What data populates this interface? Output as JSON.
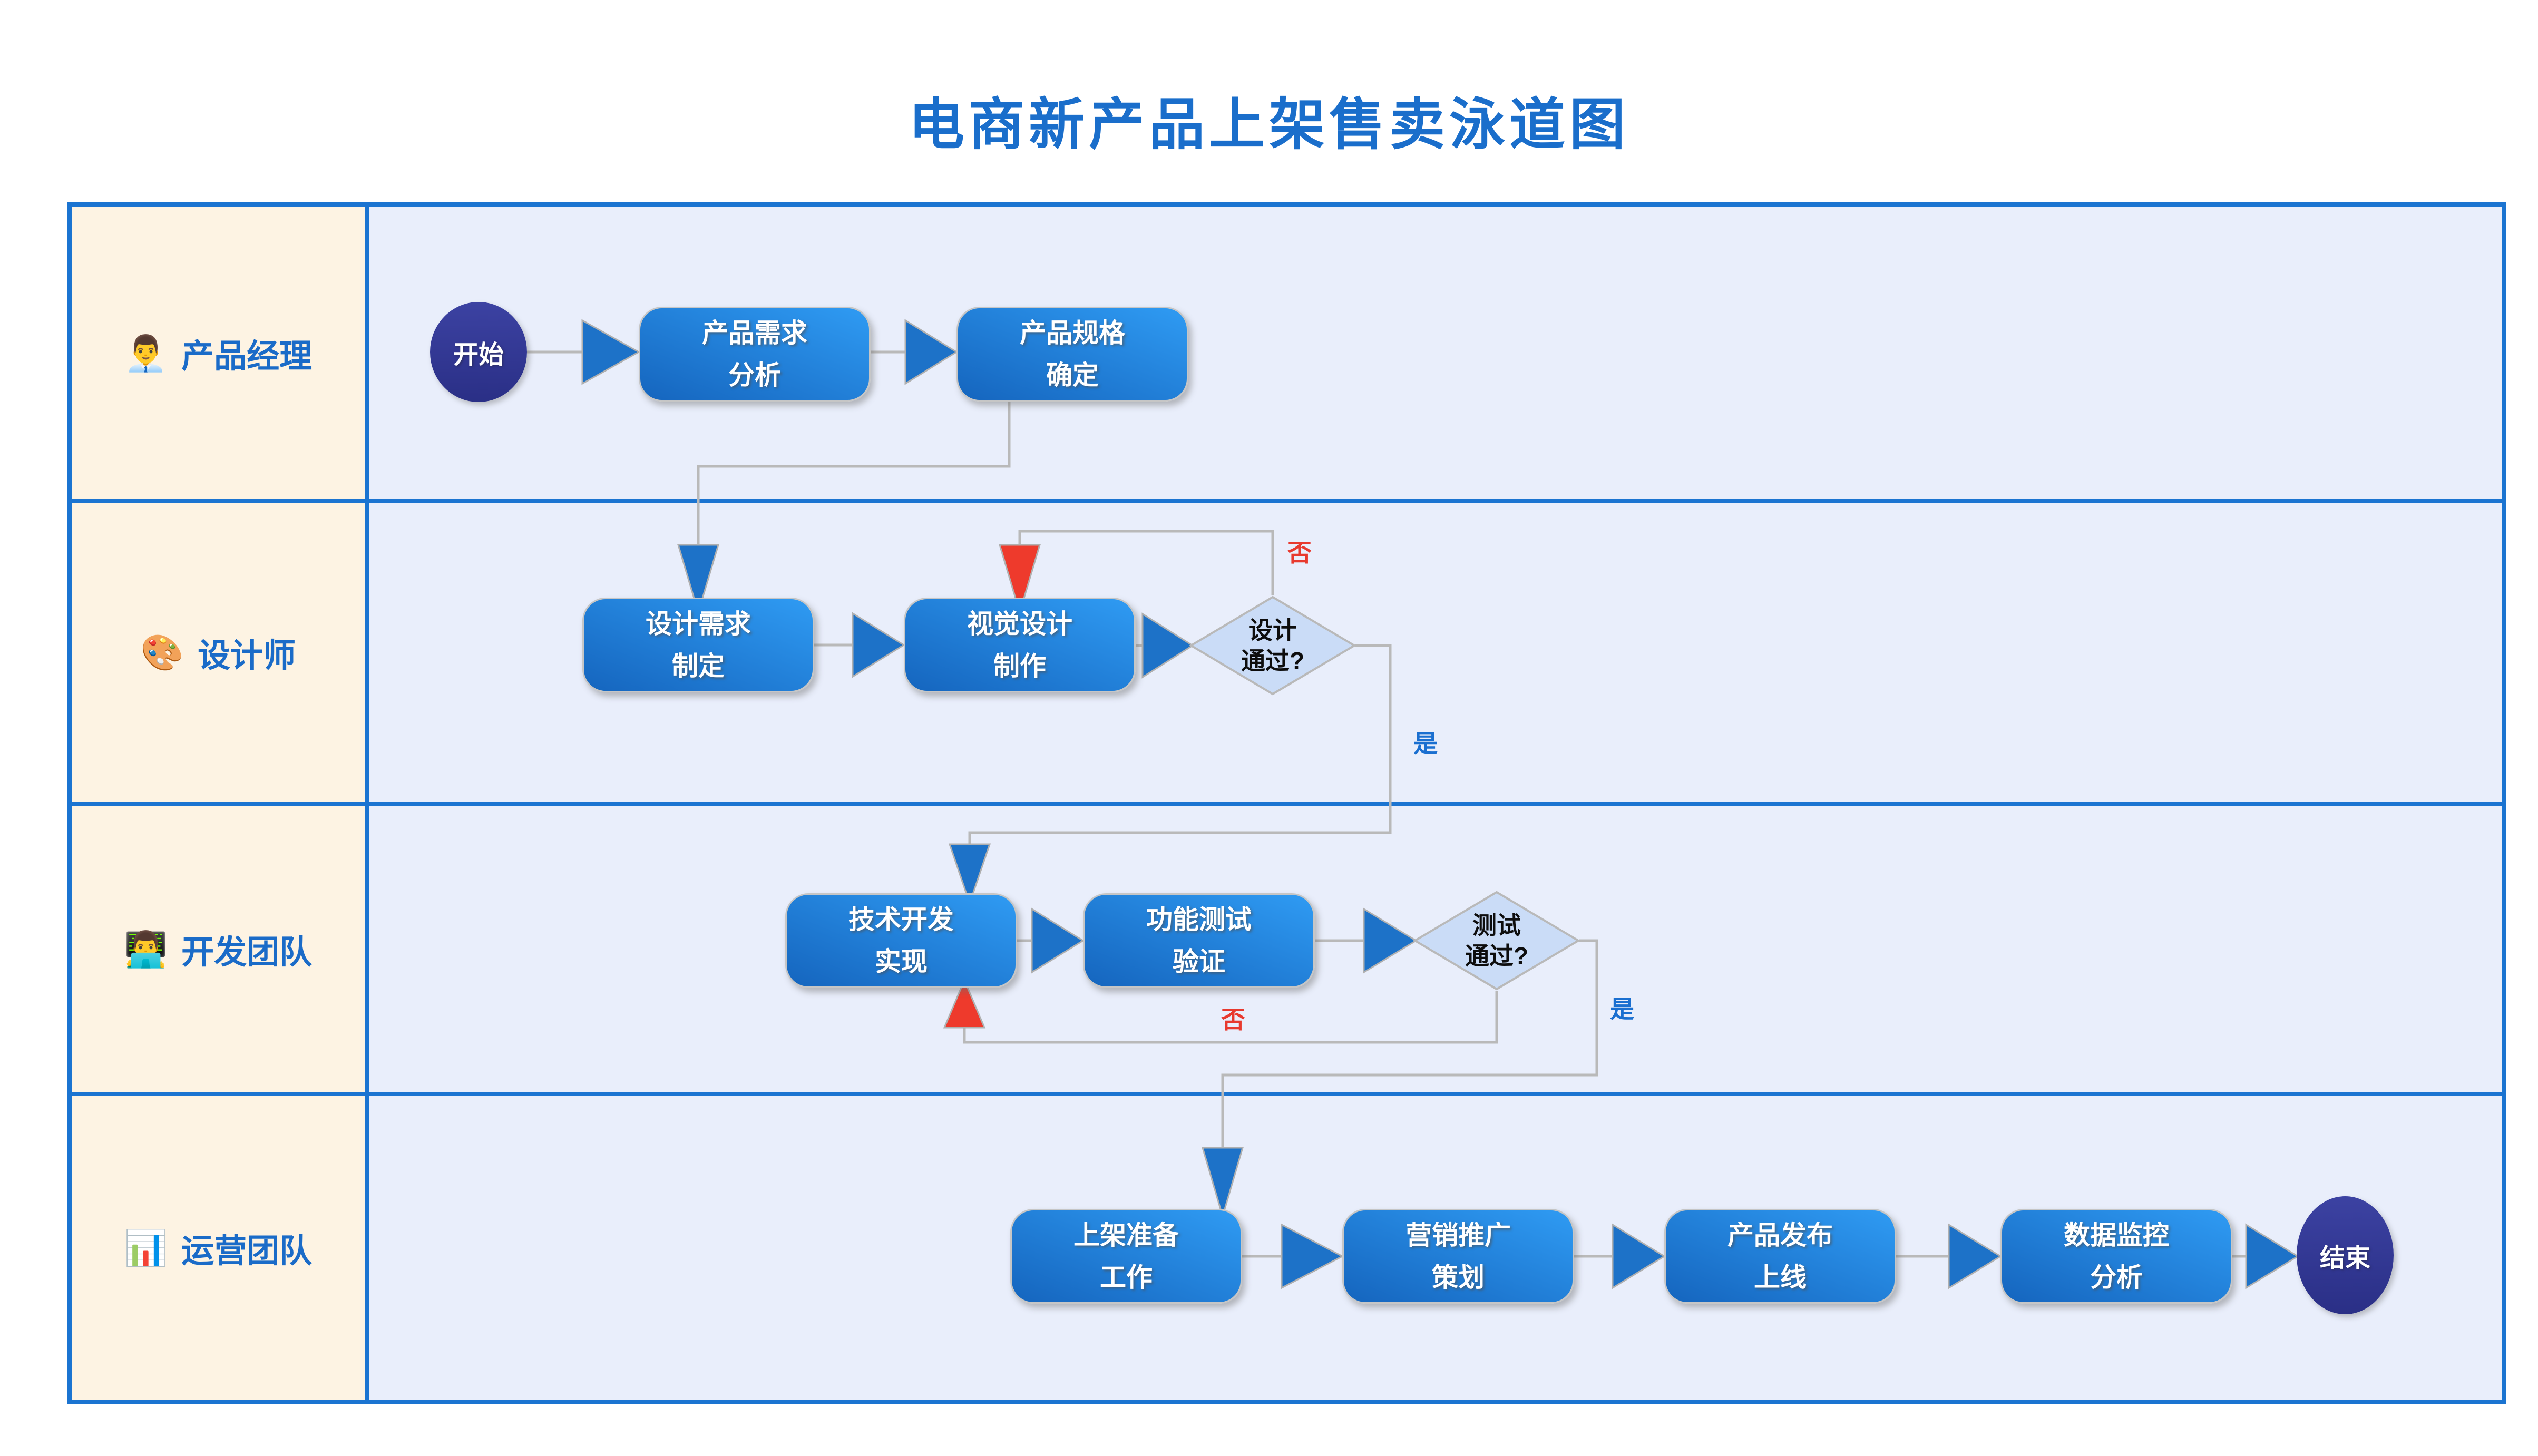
{
  "title": "电商新产品上架售卖泳道图",
  "lanes": [
    {
      "label": "产品经理",
      "icon": "👨‍💼"
    },
    {
      "label": "设计师",
      "icon": "🎨"
    },
    {
      "label": "开发团队",
      "icon": "👨‍💻"
    },
    {
      "label": "运营团队",
      "icon": "📊"
    }
  ],
  "nodes": {
    "start": {
      "label": "开始"
    },
    "end": {
      "label": "结束"
    },
    "req": {
      "line1": "产品需求",
      "line2": "分析"
    },
    "spec": {
      "line1": "产品规格",
      "line2": "确定"
    },
    "design_req": {
      "line1": "设计需求",
      "line2": "制定"
    },
    "visual": {
      "line1": "视觉设计",
      "line2": "制作"
    },
    "design_check": {
      "line1": "设计",
      "line2": "通过?"
    },
    "dev": {
      "line1": "技术开发",
      "line2": "实现"
    },
    "test": {
      "line1": "功能测试",
      "line2": "验证"
    },
    "test_check": {
      "line1": "测试",
      "line2": "通过?"
    },
    "prep": {
      "line1": "上架准备",
      "line2": "工作"
    },
    "marketing": {
      "line1": "营销推广",
      "line2": "策划"
    },
    "launch": {
      "line1": "产品发布",
      "line2": "上线"
    },
    "monitor": {
      "line1": "数据监控",
      "line2": "分析"
    }
  },
  "edge_labels": {
    "design_no": "否",
    "design_yes": "是",
    "test_no": "否",
    "test_yes": "是"
  },
  "colors": {
    "accent_blue": "#1b74d1",
    "title_blue": "#1a6ecb",
    "node_blue_light": "#2f9bf3",
    "node_blue_dark": "#1565be",
    "terminal_navy": "#2f3591",
    "decision_fill": "#cadcf7",
    "no_red": "#e8392e",
    "yes_blue": "#1a6fd0",
    "lane_label_bg": "#fdf3e3",
    "lane_content_bg": "#e9eefb",
    "connector_gray": "#b9b9b9"
  }
}
